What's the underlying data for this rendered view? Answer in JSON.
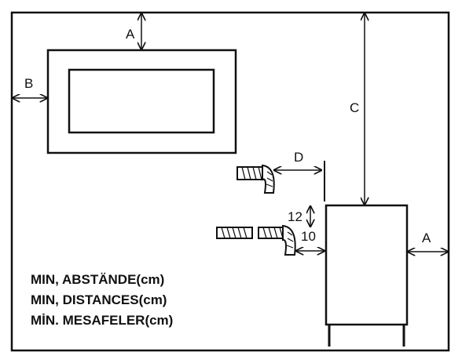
{
  "labels": {
    "a_top": "A",
    "b_left": "B",
    "c_height": "C",
    "d_gap": "D",
    "twelve": "12",
    "ten": "10",
    "a_right": "A"
  },
  "notes": [
    "MIN, ABSTÄNDE(cm)",
    "MIN, DISTANCES(cm)",
    "MİN. MESAFELER(cm)"
  ],
  "colors": {
    "line": "#111111",
    "background": "#ffffff"
  }
}
